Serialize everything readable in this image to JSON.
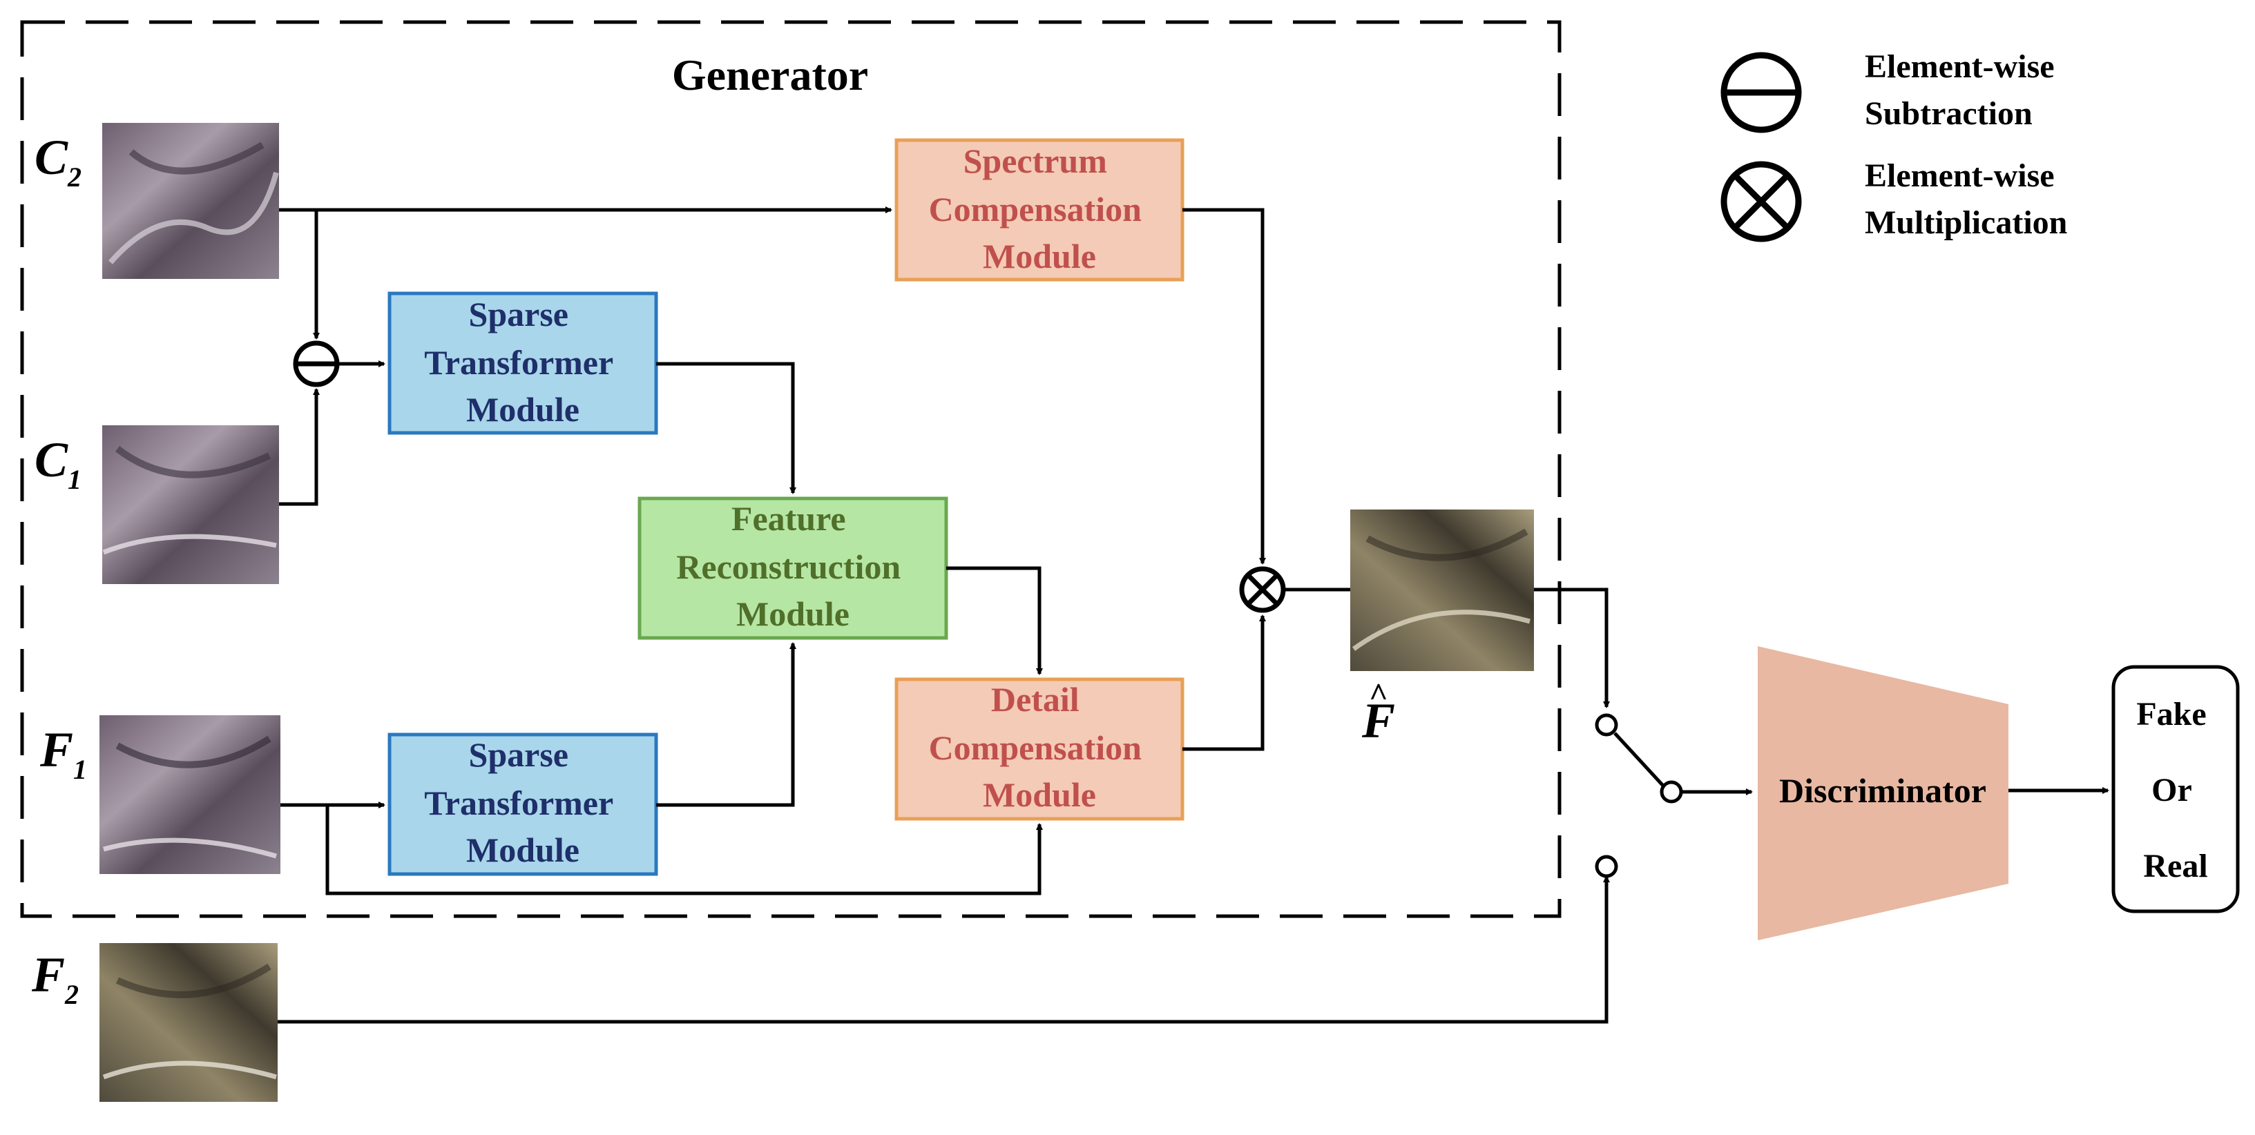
{
  "generator": {
    "title": "Generator"
  },
  "legend": {
    "subtraction": [
      "Element-wise",
      "Subtraction"
    ],
    "multiplication": [
      "Element-wise",
      "Multiplication"
    ]
  },
  "inputs": {
    "c2": {
      "letter": "C",
      "sub": "2"
    },
    "c1": {
      "letter": "C",
      "sub": "1"
    },
    "f1": {
      "letter": "F",
      "sub": "1"
    },
    "f2": {
      "letter": "F",
      "sub": "2"
    },
    "fhat": {
      "letter": "F",
      "accent": "^"
    }
  },
  "modules": {
    "spectrum": {
      "lines": [
        "Spectrum",
        "Compensation",
        "Module"
      ]
    },
    "sparse_top": {
      "lines": [
        "Sparse",
        "Transformer",
        "Module"
      ]
    },
    "feature": {
      "lines": [
        "Feature",
        "Reconstruction",
        "Module"
      ]
    },
    "detail": {
      "lines": [
        "Detail",
        "Compensation",
        "Module"
      ]
    },
    "sparse_bottom": {
      "lines": [
        "Sparse",
        "Transformer",
        "Module"
      ]
    },
    "discriminator": {
      "label": "Discriminator"
    },
    "output": {
      "lines": [
        "Fake",
        "Or",
        "Real"
      ]
    }
  },
  "colors": {
    "spectrum_fill": "#f4cbb6",
    "spectrum_stroke": "#e8a055",
    "spectrum_text": "#c0504d",
    "sparse_fill": "#a9d6ea",
    "sparse_stroke": "#2a78c0",
    "sparse_text": "#1f2f6a",
    "feature_fill": "#b6e6a4",
    "feature_stroke": "#6aa84f",
    "feature_text": "#4f6f2a",
    "discriminator_fill": "#e8b8a2"
  }
}
